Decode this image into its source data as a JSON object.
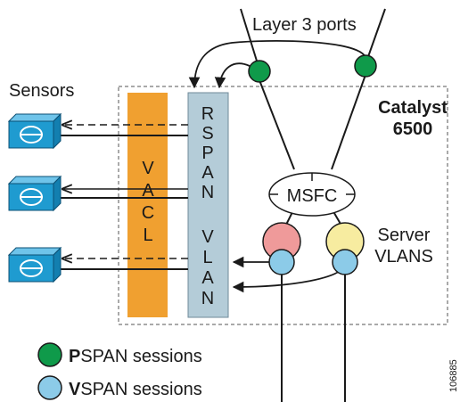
{
  "labels": {
    "layer3": "Layer 3 ports",
    "sensors": "Sensors",
    "catalyst_line1": "Catalyst",
    "catalyst_line2": "6500",
    "msfc": "MSFC",
    "server_line1": "Server",
    "server_line2": "VLANS",
    "vacl_letters": [
      "V",
      "A",
      "C",
      "L"
    ],
    "rspan_letters": [
      "R",
      "S",
      "P",
      "A",
      "N"
    ],
    "vlan_letters": [
      "V",
      "L",
      "A",
      "N"
    ],
    "figure_id": "106885"
  },
  "legend": {
    "pspan": {
      "prefix": "P",
      "rest": "SPAN sessions"
    },
    "vspan": {
      "prefix": "V",
      "rest": "SPAN sessions"
    }
  },
  "colors": {
    "vacl": "#f0a030",
    "rspan": "#b4ccd8",
    "pspan": "#0f9a4a",
    "vspan": "#8ccbe8",
    "server_red": "#ef9a9a",
    "server_yellow": "#f7eca0",
    "sensor": "#1f9bd0"
  }
}
